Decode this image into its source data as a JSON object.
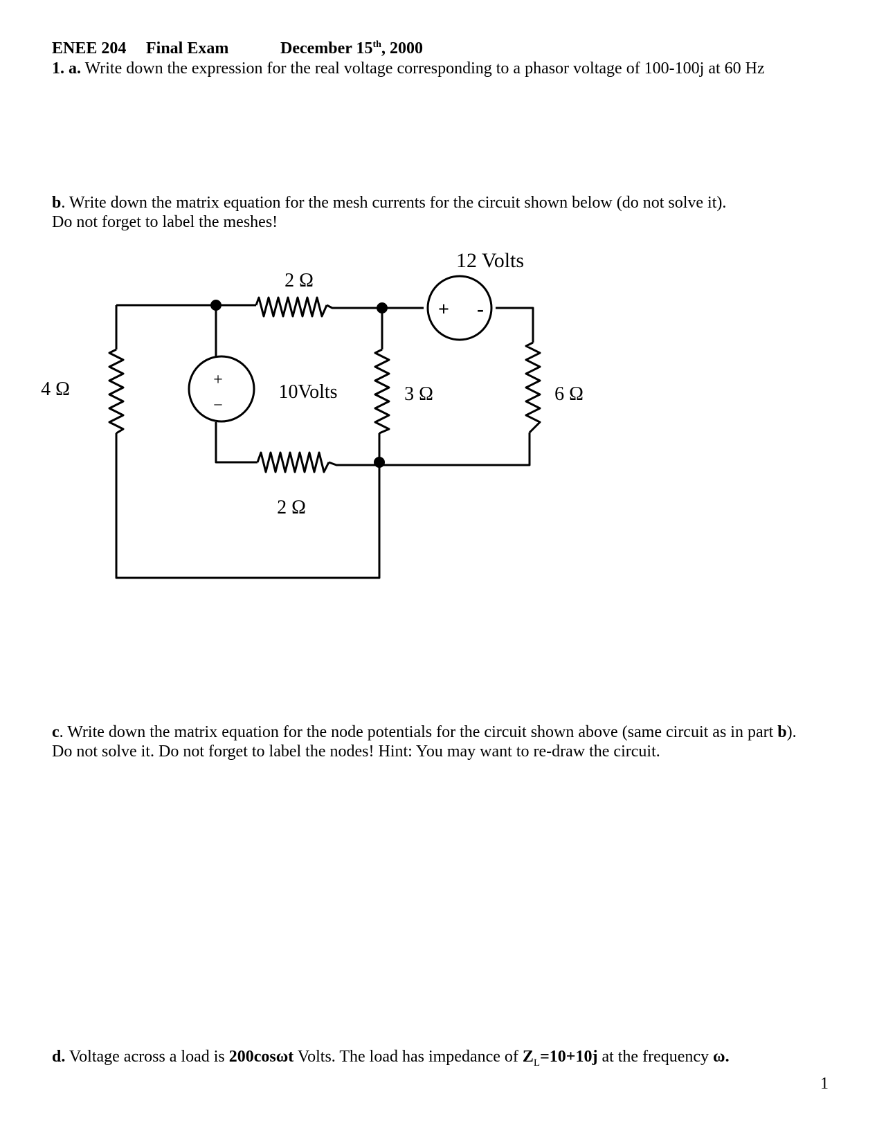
{
  "header": {
    "course": "ENEE 204",
    "exam": "Final Exam",
    "date_prefix": "December 15",
    "date_sup": "th",
    "date_suffix": ", 2000"
  },
  "q1a": {
    "num": "1. a.",
    "text": " Write down the expression for the real voltage corresponding to a phasor voltage of 100-100j  at 60 Hz"
  },
  "q1b": {
    "label": "b",
    "line1": ". Write down the matrix equation for the mesh currents for the circuit shown below (do not solve it).",
    "line2": "Do not forget to label the meshes!"
  },
  "circuit": {
    "r_top_2": "2 Ω",
    "r_bottom_2": "2 Ω",
    "r_left_4": "4 Ω",
    "r_mid_3": "3 Ω",
    "r_right_6": "6 Ω",
    "src_10": "10Volts",
    "src_12": "12 Volts",
    "plus": "+",
    "minus": "–",
    "minus_bold": "-"
  },
  "q1c": {
    "label": "c",
    "line1_a": ". Write down the matrix equation for the node potentials for the circuit shown above (same circuit as in part ",
    "line1_b": "b",
    "line1_c": ").",
    "line2": "Do not solve it.   Do not forget to label the nodes!  Hint:  You may want to re-draw the circuit."
  },
  "q1d": {
    "label": "d.",
    "text_a": " Voltage across a load is ",
    "text_b": "200cosωt",
    "text_c": "  Volts.  The load has  impedance of  ",
    "text_d": "Z",
    "text_e": "L",
    "text_f": "=10+10j",
    "text_g": "  at the frequency ",
    "text_h": "ω."
  },
  "page_number": "1"
}
